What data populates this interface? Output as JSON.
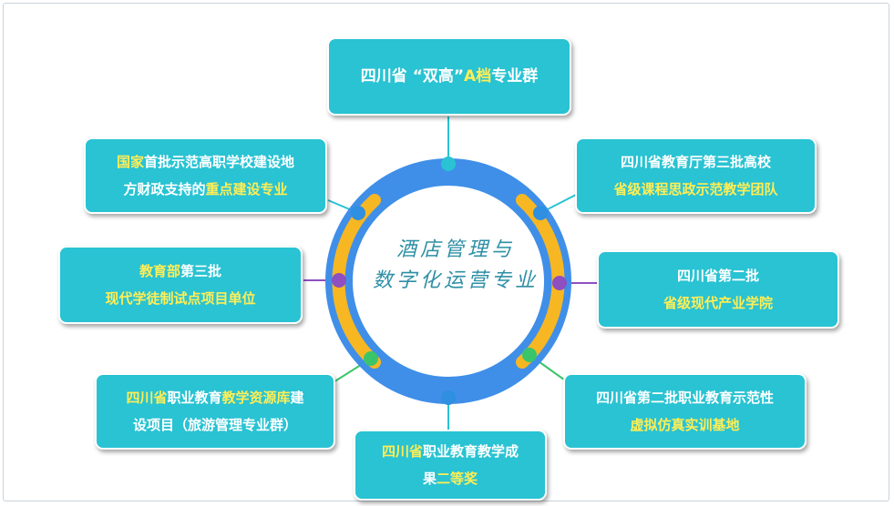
{
  "center": {
    "line1": "酒店管理与",
    "line2": "数字化运营专业"
  },
  "nodes": {
    "top": {
      "parts": [
        {
          "t": "四川省 “双高”",
          "c": "w"
        },
        {
          "t": "A档",
          "c": "y"
        },
        {
          "t": "专业群",
          "c": "w"
        }
      ]
    },
    "top_right": {
      "line1": [
        {
          "t": "四川省教育厅第三批高校",
          "c": "w"
        }
      ],
      "line2": [
        {
          "t": "省级课程思政示范教学团队",
          "c": "y"
        }
      ]
    },
    "right": {
      "line1": [
        {
          "t": "四川省第二批",
          "c": "w"
        }
      ],
      "line2": [
        {
          "t": "省级现代产业学院",
          "c": "y"
        }
      ]
    },
    "bottom_right": {
      "line1": [
        {
          "t": "四川省第二批职业教育示范性",
          "c": "w"
        }
      ],
      "line2": [
        {
          "t": "虚拟仿真实训基地",
          "c": "y"
        }
      ]
    },
    "bottom": {
      "line1": [
        {
          "t": "四川省",
          "c": "y"
        },
        {
          "t": "职业教育教学成",
          "c": "w"
        }
      ],
      "line2": [
        {
          "t": "果",
          "c": "w"
        },
        {
          "t": "二等奖",
          "c": "y"
        }
      ]
    },
    "bottom_left": {
      "line1": [
        {
          "t": "四川省",
          "c": "y"
        },
        {
          "t": "职业教育",
          "c": "w"
        },
        {
          "t": "教学资源库",
          "c": "y"
        },
        {
          "t": "建",
          "c": "w"
        }
      ],
      "line2": [
        {
          "t": "设项目（旅游管理专业群）",
          "c": "w"
        }
      ]
    },
    "left": {
      "line1": [
        {
          "t": "教育部",
          "c": "y"
        },
        {
          "t": "第三批",
          "c": "w"
        }
      ],
      "line2": [
        {
          "t": "现代学徒制试点项目单位",
          "c": "y"
        }
      ]
    },
    "top_left": {
      "line1": [
        {
          "t": "国家",
          "c": "y"
        },
        {
          "t": "首批示范高职学校建设地",
          "c": "w"
        }
      ],
      "line2": [
        {
          "t": "方财政支持的",
          "c": "w"
        },
        {
          "t": "重点建设专业",
          "c": "y"
        }
      ]
    }
  },
  "colors": {
    "box_fill": "#29c3d3",
    "highlight_text": "#ffee55",
    "ring_outer": "#3f8fe8",
    "ring_arc": "#f7b722",
    "dot_blue": "#2f8fe0",
    "dot_purple": "#8e4fc1",
    "dot_green": "#3bc56a",
    "center_text": "#2e8fa5"
  }
}
